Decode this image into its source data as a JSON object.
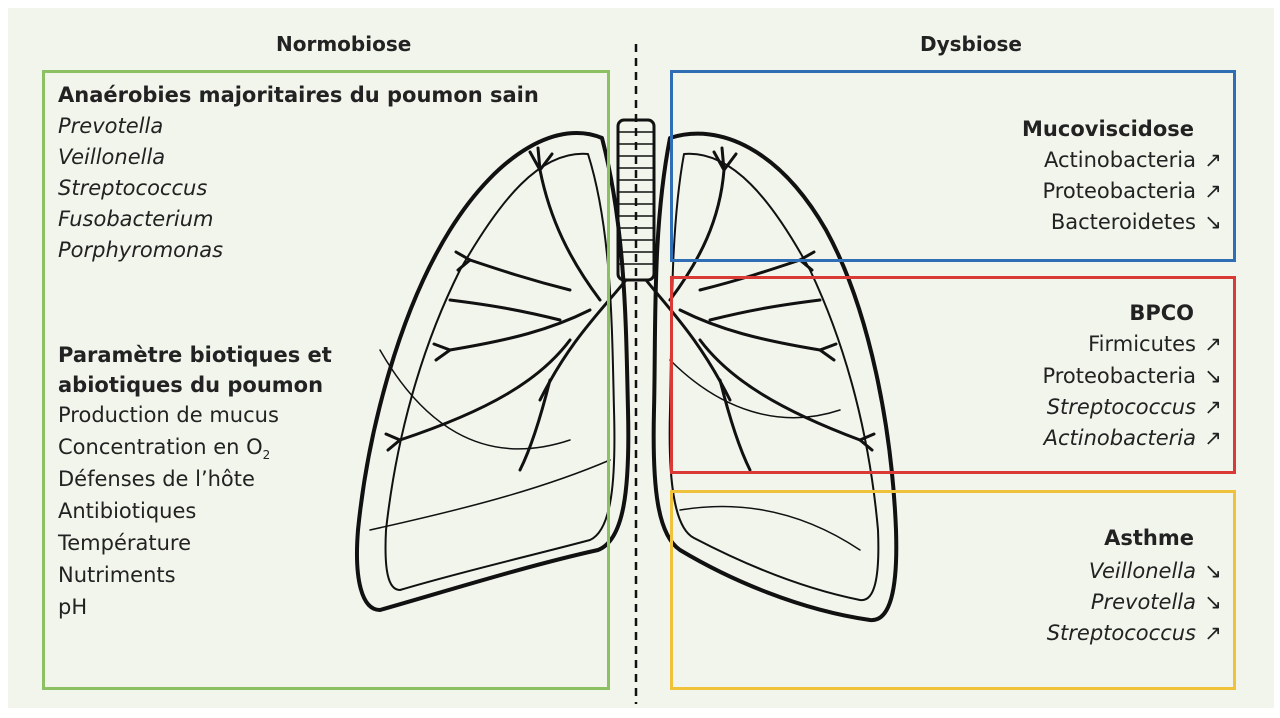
{
  "headings": {
    "left": "Normobiose",
    "right": "Dysbiose"
  },
  "left_box": {
    "color": "#8cc063",
    "anaerobes_title": "Anaérobies majoritaires du poumon sain",
    "anaerobes": [
      "Prevotella",
      "Veillonella",
      "Streptococcus",
      "Fusobacterium",
      "Porphyromonas"
    ],
    "params_title_1": "Paramètre biotiques et",
    "params_title_2": "abiotiques du poumon",
    "params": [
      "Production de mucus",
      "Concentration en O",
      "Défenses de l’hôte",
      "Antibiotiques",
      "Température",
      "Nutriments",
      "pH"
    ],
    "o2_subscript": "2"
  },
  "right_boxes": [
    {
      "title": "Mucoviscidose",
      "color": "#2f6db5",
      "items": [
        {
          "label": "Actinobacteria",
          "italic": false,
          "trend": "↗"
        },
        {
          "label": "Proteobacteria",
          "italic": false,
          "trend": "↗"
        },
        {
          "label": "Bacteroidetes",
          "italic": false,
          "trend": "↘"
        }
      ]
    },
    {
      "title": "BPCO",
      "color": "#d93a35",
      "items": [
        {
          "label": "Firmicutes",
          "italic": false,
          "trend": "↗"
        },
        {
          "label": "Proteobacteria",
          "italic": false,
          "trend": "↘"
        },
        {
          "label": "Streptococcus",
          "italic": true,
          "trend": "↗"
        },
        {
          "label": "Actinobacteria",
          "italic": true,
          "trend": "↗"
        }
      ]
    },
    {
      "title": "Asthme",
      "color": "#f0c23c",
      "items": [
        {
          "label": "Veillonella",
          "italic": true,
          "trend": "↘"
        },
        {
          "label": "Prevotella",
          "italic": true,
          "trend": "↘"
        },
        {
          "label": "Streptococcus",
          "italic": true,
          "trend": "↗"
        }
      ]
    }
  ]
}
